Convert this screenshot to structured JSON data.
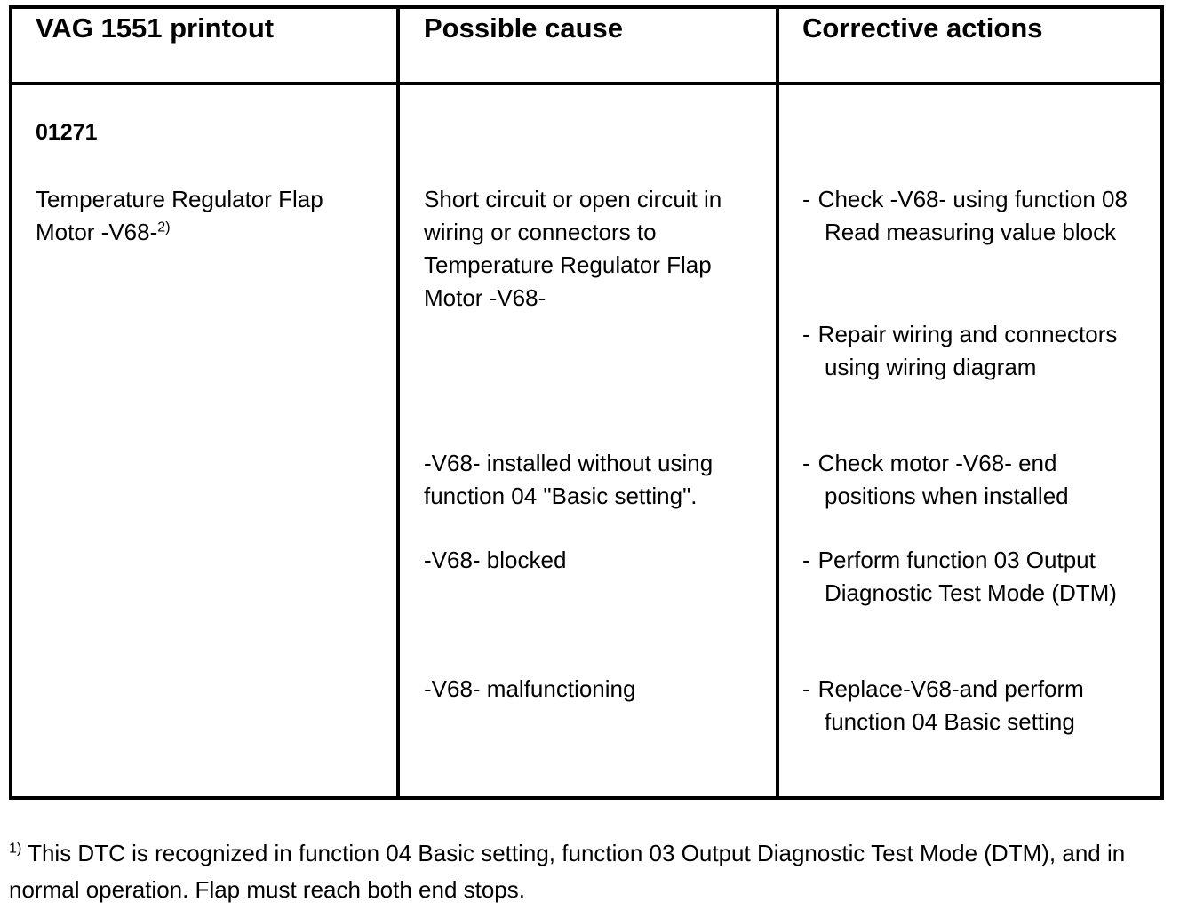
{
  "table": {
    "headers": [
      "VAG 1551 printout",
      "Possible cause",
      "Corrective actions"
    ],
    "row": {
      "dtc_code": "01271",
      "dtc_name": "Temperature Regulator Flap Motor -V68-",
      "dtc_name_footnote_marker": "2)",
      "possible_causes": [
        "Short circuit or open circuit in wiring or connectors to Temperature Regulator Flap Motor -V68-",
        "-V68- installed without using function 04 \"Basic setting\".",
        "-V68- blocked",
        "-V68- malfunctioning"
      ],
      "corrective_actions": [
        "Check -V68- using function 08 Read measuring value block",
        "Repair wiring and connectors using wiring diagram",
        "Check motor -V68- end positions when installed",
        "Perform function 03 Output Diagnostic Test Mode (DTM)",
        "Replace-V68-and perform function 04 Basic setting"
      ],
      "bullet_marker": "-"
    }
  },
  "footnote": {
    "marker": "1)",
    "text": "This DTC is recognized in function 04 Basic setting, function 03 Output Diagnostic Test Mode (DTM), and in normal operation. Flap must reach both end stops."
  },
  "colors": {
    "background": "#ffffff",
    "text": "#000000",
    "border": "#000000"
  }
}
